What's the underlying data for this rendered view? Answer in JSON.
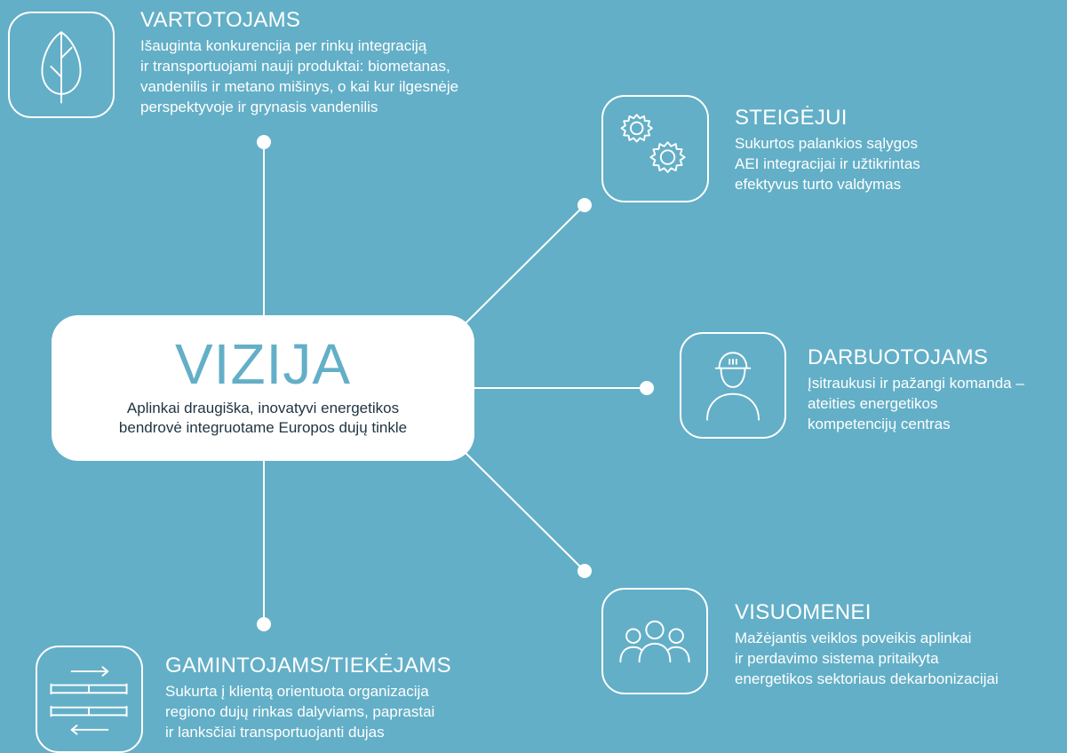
{
  "vision": {
    "title": "VIZIJA",
    "line1": "Aplinkai draugiška, inovatyvi energetikos",
    "line2": "bendrovė integruotame Europos dujų tinkle"
  },
  "stakeholders": [
    {
      "id": "vartotojams",
      "icon": "tree-icon",
      "title": "VARTOTOJAMS",
      "lines": [
        "Išauginta konkurencija per rinkų integraciją",
        "ir transportuojami nauji produktai: biometanas,",
        "vandenilis ir metano mišinys, o kai kur ilgesnėje",
        "perspektyvoje ir grynasis vandenilis"
      ]
    },
    {
      "id": "steigejui",
      "icon": "gears-icon",
      "title": "STEIGĖJUI",
      "lines": [
        "Sukurtos palankios sąlygos",
        "AEI integracijai ir užtikrintas",
        "efektyvus turto valdymas"
      ]
    },
    {
      "id": "darbuotojams",
      "icon": "worker-icon",
      "title": "DARBUOTOJAMS",
      "lines": [
        "Įsitraukusi ir pažangi komanda –",
        "ateities energetikos",
        "kompetencijų centras"
      ]
    },
    {
      "id": "visuomenei",
      "icon": "people-icon",
      "title": "VISUOMENEI",
      "lines": [
        "Mažėjantis veiklos poveikis aplinkai",
        "ir perdavimo sistema pritaikyta",
        "energetikos sektoriaus dekarbonizacijai"
      ]
    },
    {
      "id": "gamintojams",
      "icon": "pipeline-flow-icon",
      "title": "GAMINTOJAMS/TIEKĖJAMS",
      "lines": [
        "Sukurta į klientą orientuota organizacija",
        "regiono dujų rinkas dalyviams, paprastai",
        "ir lanksčiai transportuojanti dujas"
      ]
    }
  ],
  "colors": {
    "background": "#63afc7",
    "foreground": "#ffffff",
    "vision_title": "#63afc7",
    "vision_text": "#1f3440"
  }
}
